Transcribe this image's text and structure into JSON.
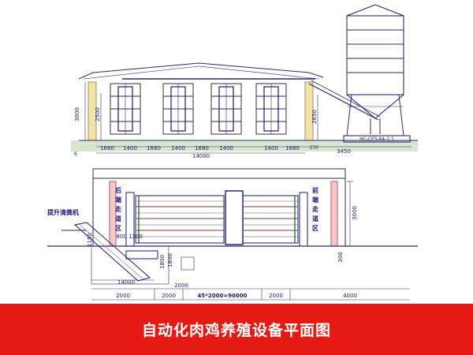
{
  "banner": {
    "title": "自动化肉鸡养殖设备平面图"
  },
  "top_view": {
    "dims_left": [
      "3000",
      "2500"
    ],
    "dims_right": [
      "2650"
    ],
    "bay_dims": [
      "1680",
      "1400",
      "1680",
      "1400",
      "1680",
      "1400",
      "1400",
      "1680"
    ],
    "total_width": "14000",
    "offset_right": "370",
    "silo_width": "3450",
    "silo_label": "HC-CFS-64-1:1",
    "marker": "6"
  },
  "bottom_view": {
    "rear_aisle": [
      "后",
      "端",
      "走",
      "道",
      "区"
    ],
    "front_aisle": [
      "前",
      "端",
      "走",
      "道",
      "区"
    ],
    "elevator_label": "提升清粪机",
    "small_labels": [
      "1150",
      "800",
      "1200",
      "1800"
    ],
    "dims_left": [
      "1800",
      "14000"
    ],
    "dim_2000_mid": "2000",
    "right_height": "3000",
    "right_small": "300",
    "bottom_row": [
      "2000",
      "2000",
      "45*2000=90000",
      "2000",
      "4000"
    ]
  },
  "colors": {
    "banner": "#e31b14",
    "line": "#1a1a7a",
    "accent": "#3a6b2a"
  }
}
